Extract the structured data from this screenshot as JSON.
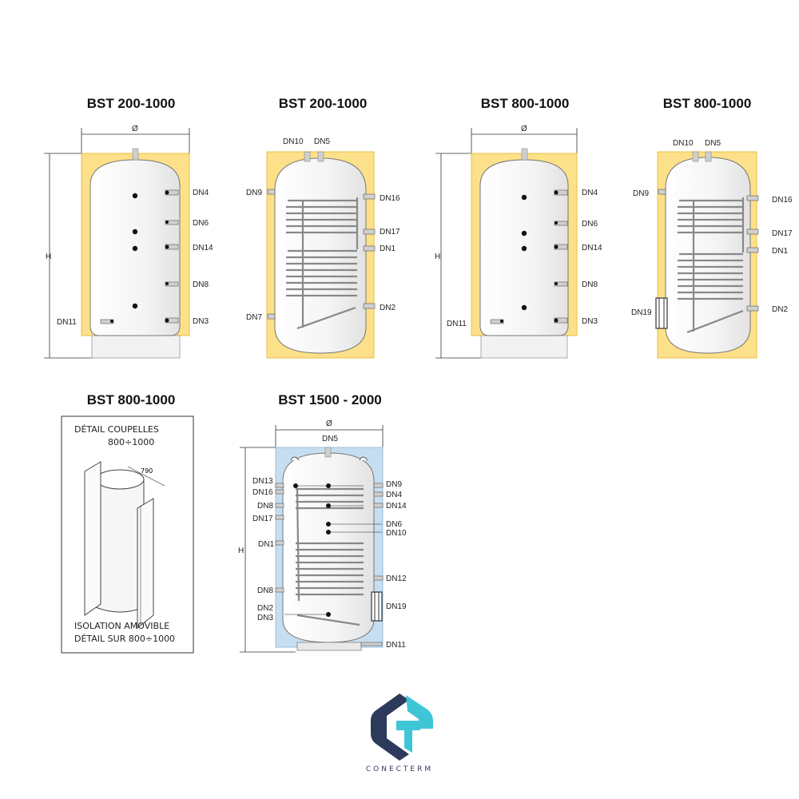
{
  "titles": {
    "d1": "BST 200-1000",
    "d2": "BST 200-1000",
    "d3": "BST 800-1000",
    "d4": "BST 800-1000",
    "d5": "BST 800-1000",
    "d6": "BST 1500 - 2000"
  },
  "dims": {
    "diameter": "Ø",
    "height": "H"
  },
  "d1": {
    "DN4": "DN4",
    "DN6": "DN6",
    "DN14": "DN14",
    "DN8": "DN8",
    "DN3": "DN3",
    "DN11": "DN11"
  },
  "d2": {
    "DN10": "DN10",
    "DN5": "DN5",
    "DN9": "DN9",
    "DN16": "DN16",
    "DN17": "DN17",
    "DN1": "DN1",
    "DN2": "DN2",
    "DN7": "DN7"
  },
  "d3": {
    "DN4": "DN4",
    "DN6": "DN6",
    "DN14": "DN14",
    "DN8": "DN8",
    "DN3": "DN3",
    "DN11": "DN11"
  },
  "d4": {
    "DN10": "DN10",
    "DN5": "DN5",
    "DN9": "DN9",
    "DN16": "DN16",
    "DN17": "DN17",
    "DN1": "DN1",
    "DN2": "DN2",
    "DN19": "DN19"
  },
  "d5": {
    "header1": "DÉTAIL COUPELLES",
    "header2": "800÷1000",
    "small": "790",
    "footer1": "ISOLATION AMOVIBLE",
    "footer2": "DÉTAIL SUR 800÷1000"
  },
  "d6": {
    "DN5": "DN5",
    "DN13": "DN13",
    "DN16": "DN16",
    "DN8a": "DN8",
    "DN17": "DN17",
    "DN1": "DN1",
    "DN8b": "DN8",
    "DN2": "DN2",
    "DN3": "DN3",
    "DN9": "DN9",
    "DN4": "DN4",
    "DN14": "DN14",
    "DN6": "DN6",
    "DN10": "DN10",
    "DN12": "DN12",
    "DN19": "DN19",
    "DN11": "DN11"
  },
  "brand": {
    "name": "CONECTERM",
    "icon": "conecterm-logo-icon"
  },
  "colors": {
    "insulation": "#fce08a",
    "insulation_edge": "#e8c040",
    "blue_insulation": "#c6def0",
    "logo_navy": "#2e3a5c",
    "logo_teal": "#3ec5d6"
  }
}
